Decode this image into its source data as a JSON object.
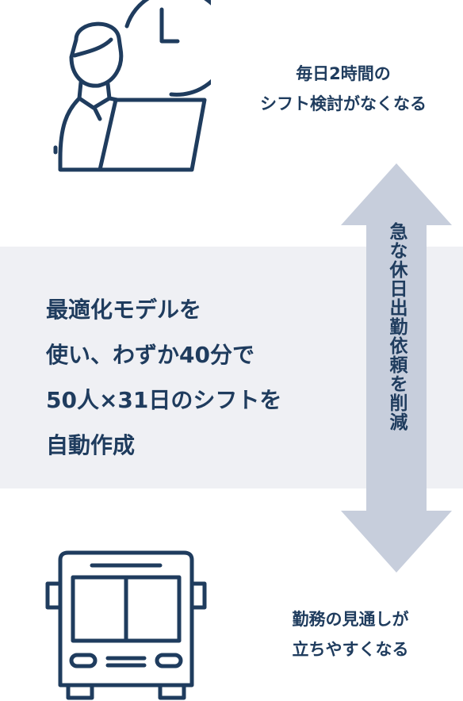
{
  "top_caption": {
    "line1": "毎日2時間の",
    "line2": "シフト検討がなくなる"
  },
  "main_text": {
    "line1": "最適化モデルを",
    "line2": "使い、わずか40分で",
    "line3": "50人×31日のシフトを",
    "line4": "自動作成"
  },
  "arrow_label": "急な休日出勤依頼を削減",
  "bottom_caption": {
    "line1": "勤務の見通しが",
    "line2": "立ちやすくなる"
  },
  "icons": {
    "top": "person-at-laptop-with-clock-icon",
    "bottom": "bus-icon"
  },
  "colors": {
    "text": "#1f3c5e",
    "arrow": "#c7cedc",
    "band": "#eff0f4",
    "icon_stroke": "#1f3c5e"
  }
}
